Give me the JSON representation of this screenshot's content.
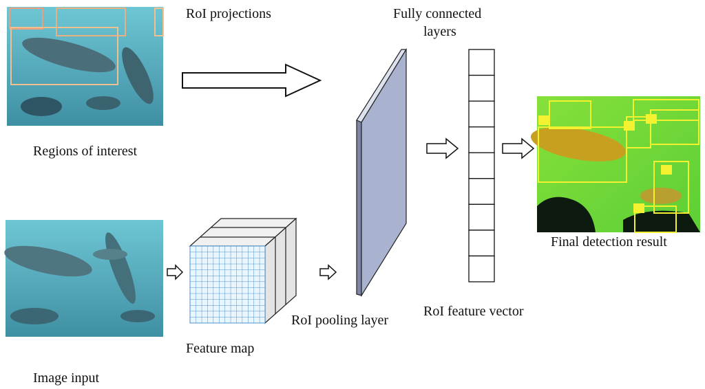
{
  "labels": {
    "roi_projections": "RoI projections",
    "fully_connected_line1": "Fully connected",
    "fully_connected_line2": "layers",
    "regions_of_interest": "Regions of interest",
    "final_detection_result": "Final detection result",
    "image_input": "Image input",
    "feature_map": "Feature map",
    "roi_pooling_layer": "RoI pooling layer",
    "roi_feature_vector": "RoI feature vector"
  },
  "colors": {
    "underwater": "#5fb3c4",
    "detection_green": "#7fdc3a",
    "box_yellow": "#f4f230",
    "slab_face": "#a9b3d0",
    "grid_blue": "#4a90d0"
  },
  "feature_vector_cells": 9
}
